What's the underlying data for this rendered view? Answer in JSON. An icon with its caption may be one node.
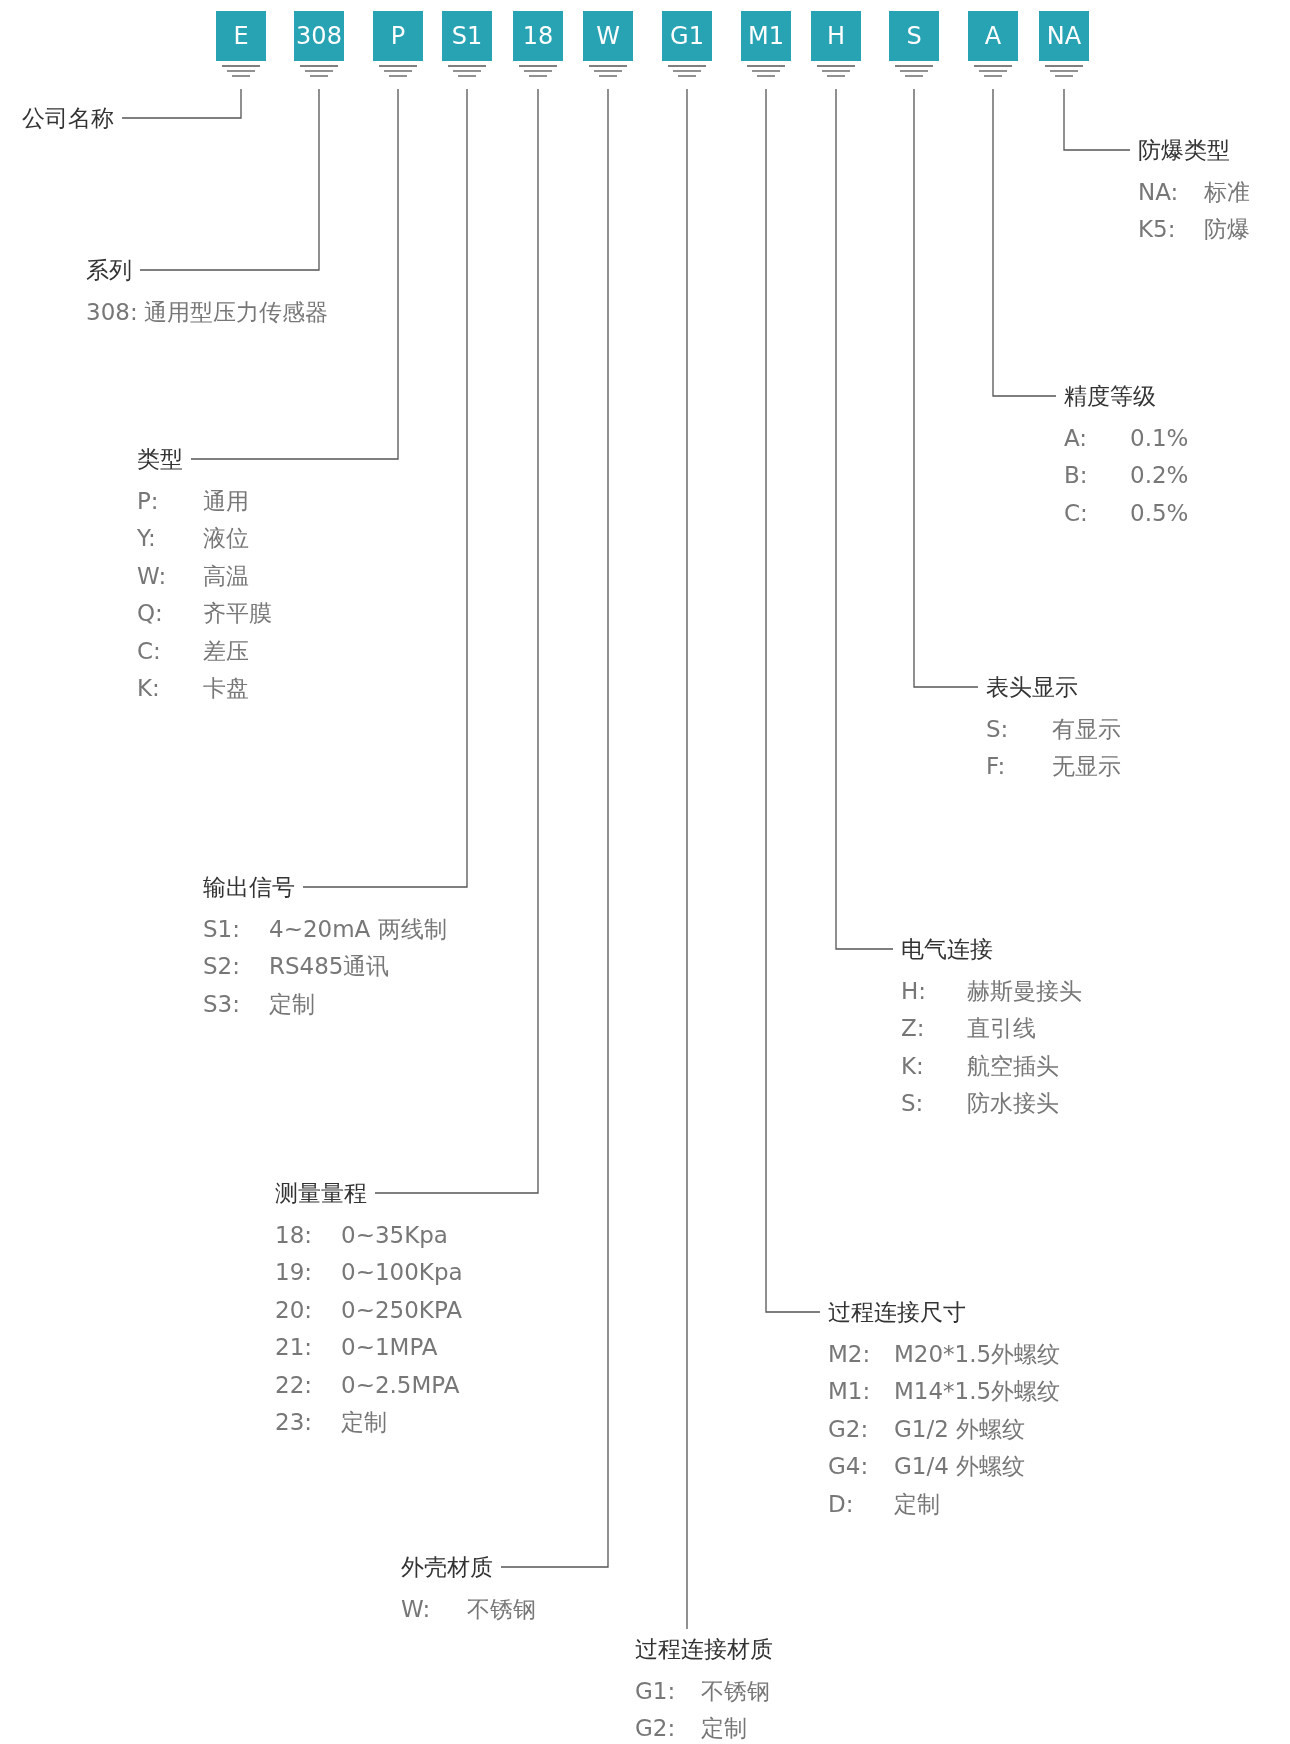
{
  "diagram": {
    "nodes": [
      {
        "text": [
          "E"
        ]
      },
      {
        "text": [
          "308"
        ]
      },
      {
        "text": [
          "P"
        ]
      },
      {
        "text": [
          "S1"
        ]
      },
      {
        "text": [
          "18"
        ]
      },
      {
        "text": [
          "W"
        ]
      },
      {
        "text": [
          "G1"
        ]
      },
      {
        "text": [
          "M1"
        ]
      },
      {
        "text": [
          "H"
        ]
      },
      {
        "text": [
          "S"
        ]
      },
      {
        "text": [
          "A"
        ]
      },
      {
        "text": [
          "NA"
        ]
      },
      {
        "text": [
          "公司名称"
        ]
      },
      {
        "text": [
          "系列"
        ],
        "beside": [
          "308:",
          "通用型压力传感器"
        ]
      },
      {
        "text": [
          "类型"
        ],
        "beside": [
          "P:",
          "通用",
          "Y:",
          "液位",
          "W:",
          "高温",
          "Q:",
          "齐平膜",
          "C:",
          "差压",
          "K:",
          "卡盘"
        ]
      },
      {
        "text": [
          "输出信号"
        ],
        "beside": [
          "S1:",
          "4~20mA 两线制",
          "S2:",
          "RS485通讯",
          "S3:",
          "定制"
        ]
      },
      {
        "text": [
          "测量量程"
        ],
        "beside": [
          "18:",
          "0~35Kpa",
          "19:",
          "0~100Kpa",
          "20:",
          "0~250KPA",
          "21:",
          "0~1MPA",
          "22:",
          "0~2.5MPA",
          "23:",
          "定制"
        ]
      },
      {
        "text": [
          "外壳材质"
        ],
        "beside": [
          "W:",
          "不锈钢"
        ]
      },
      {
        "text": [
          "过程连接材质"
        ],
        "beside": [
          "G1:",
          "不锈钢",
          "G2:",
          "定制"
        ]
      },
      {
        "text": [
          "过程连接尺寸"
        ],
        "beside": [
          "M2:",
          "M20*1.5外螺纹",
          "M1:",
          "M14*1.5外螺纹",
          "G2:",
          "G1/2 外螺纹",
          "G4:",
          "G1/4 外螺纹",
          "D:",
          "定制"
        ]
      },
      {
        "text": [
          "电气连接"
        ],
        "beside": [
          "H:",
          "赫斯曼接头",
          "Z:",
          "直引线",
          "K:",
          "航空插头",
          "S:",
          "防水接头"
        ]
      },
      {
        "text": [
          "表头显示"
        ],
        "beside": [
          "S:",
          "有显示",
          "F:",
          "无显示"
        ]
      },
      {
        "text": [
          "精度等级"
        ],
        "beside": [
          "A:",
          "0.1%",
          "B:",
          "0.2%",
          "C:",
          "0.5%"
        ]
      },
      {
        "text": [
          "防爆类型"
        ],
        "beside": [
          "NA:",
          "标准",
          "K5:",
          "防爆"
        ]
      }
    ],
    "edges": [
      {
        "from": 12,
        "to": 0,
        "arrow": "none"
      },
      {
        "from": 13,
        "to": 1,
        "arrow": "none"
      },
      {
        "from": 14,
        "to": 2,
        "arrow": "none"
      },
      {
        "from": 15,
        "to": 3,
        "arrow": "none"
      },
      {
        "from": 16,
        "to": 4,
        "arrow": "none"
      },
      {
        "from": 17,
        "to": 5,
        "arrow": "none"
      },
      {
        "from": 18,
        "to": 6,
        "arrow": "none"
      },
      {
        "from": 19,
        "to": 7,
        "arrow": "none"
      },
      {
        "from": 20,
        "to": 8,
        "arrow": "none"
      },
      {
        "from": 21,
        "to": 9,
        "arrow": "none"
      },
      {
        "from": 22,
        "to": 10,
        "arrow": "none"
      },
      {
        "from": 23,
        "to": 11,
        "arrow": "none"
      }
    ]
  }
}
